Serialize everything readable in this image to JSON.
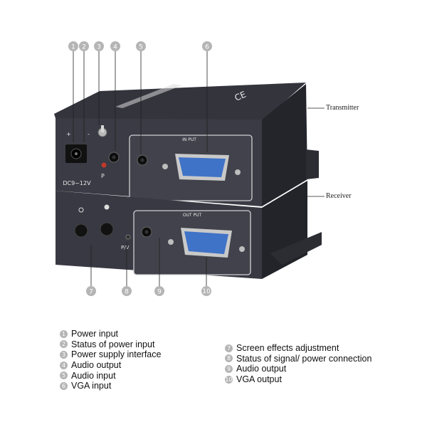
{
  "labels": {
    "transmitter": "Transmitter",
    "receiver": "Receiver"
  },
  "panel": {
    "input_label": "IN PUT",
    "output_label": "OUT PUT",
    "dc_label": "DC9~12V",
    "p_label": "P",
    "pv_label": "P/V",
    "polarity_plus": "+",
    "polarity_minus": "-",
    "ce_mark": "CE"
  },
  "callouts": [
    "1",
    "2",
    "3",
    "4",
    "5",
    "6",
    "7",
    "8",
    "9",
    "10"
  ],
  "legend_left": [
    {
      "num": "1",
      "text": "Power input"
    },
    {
      "num": "2",
      "text": "Status of power input"
    },
    {
      "num": "3",
      "text": "Power supply interface"
    },
    {
      "num": "4",
      "text": "Audio output"
    },
    {
      "num": "5",
      "text": "Audio input"
    },
    {
      "num": "6",
      "text": "VGA input"
    }
  ],
  "legend_right": [
    {
      "num": "7",
      "text": "Screen effects adjustment"
    },
    {
      "num": "8",
      "text": "Status of signal/ power connection"
    },
    {
      "num": "9",
      "text": "Audio output"
    },
    {
      "num": "10",
      "text": "VGA output"
    }
  ],
  "colors": {
    "case": "#2b2c33",
    "panel": "#3d3e47",
    "callout": "#b5b5b5",
    "vga": "#3f73c7"
  }
}
